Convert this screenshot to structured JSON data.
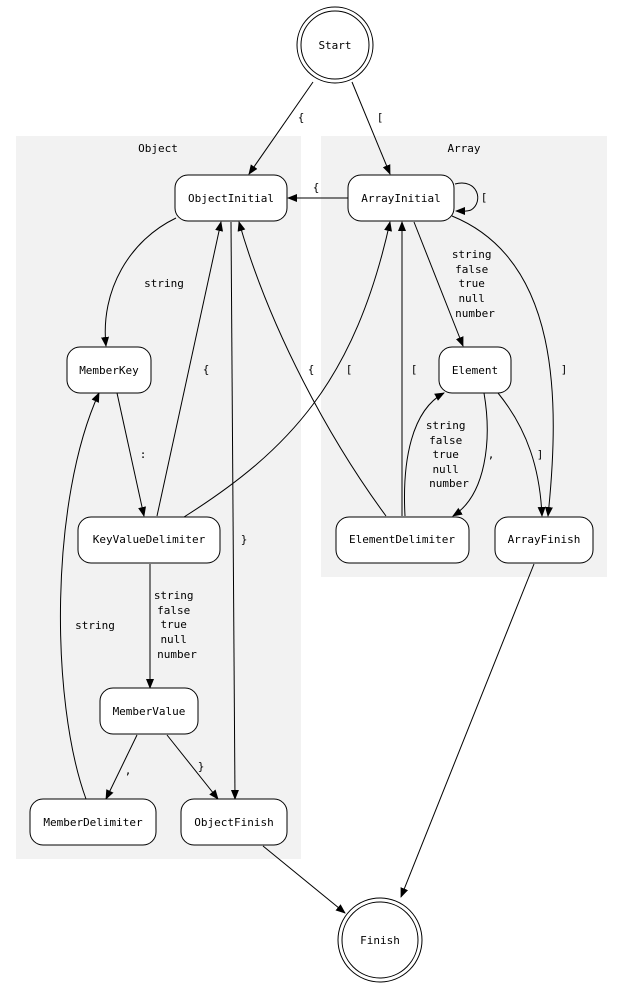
{
  "clusters": {
    "object": "Object",
    "array": "Array"
  },
  "nodes": {
    "start": "Start",
    "finish": "Finish",
    "object_initial": "ObjectInitial",
    "member_key": "MemberKey",
    "key_value_delimiter": "KeyValueDelimiter",
    "member_value": "MemberValue",
    "member_delimiter": "MemberDelimiter",
    "object_finish": "ObjectFinish",
    "array_initial": "ArrayInitial",
    "element": "Element",
    "element_delimiter": "ElementDelimiter",
    "array_finish": "ArrayFinish"
  },
  "edges": {
    "start_to_object": "{",
    "start_to_array": "[",
    "array_to_object": "{",
    "array_self": "[",
    "object_to_key": "string",
    "key_to_kvd": ":",
    "kvd_to_object": "{",
    "kvd_to_array": "[",
    "kvd_to_value": [
      "string",
      "false",
      "true",
      "null",
      "number"
    ],
    "object_initial_to_finish": "}",
    "value_to_member_delim": ",",
    "value_to_object_finish": "}",
    "member_delim_to_key": "string",
    "array_to_element": [
      "string",
      "false",
      "true",
      "null",
      "number"
    ],
    "array_to_array_finish": "]",
    "element_to_delim": ",",
    "element_to_array_finish": "]",
    "elem_delim_to_element": [
      "string",
      "false",
      "true",
      "null",
      "number"
    ],
    "elem_delim_to_object": "{",
    "elem_delim_to_array": "["
  }
}
